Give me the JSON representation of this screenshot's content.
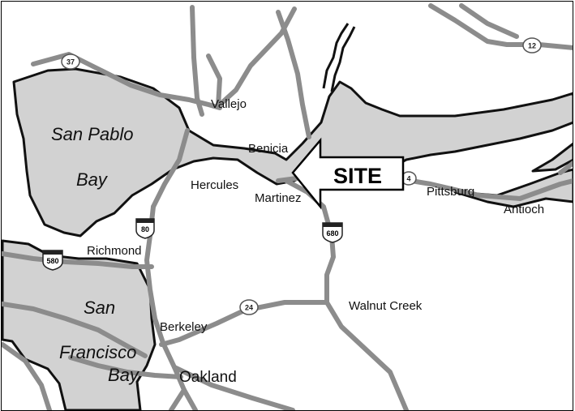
{
  "map": {
    "water_labels": {
      "san_pablo": "San Pablo",
      "bay1": "Bay",
      "san": "San",
      "francisco": "Francisco",
      "bay2": "Bay"
    },
    "cities": {
      "vallejo": "Vallejo",
      "benicia": "Benicia",
      "hercules": "Hercules",
      "martinez": "Martinez",
      "pittsburg": "Pittsburg",
      "antioch": "Antioch",
      "richmond": "Richmond",
      "walnut_creek": "Walnut Creek",
      "berkeley": "Berkeley",
      "oakland": "Oakland"
    },
    "highways": {
      "h37": "37",
      "h12": "12",
      "h80": "80",
      "h580": "580",
      "h680": "680",
      "h24": "24",
      "h4": "4"
    },
    "site_marker": "SITE",
    "colors": {
      "water": "#d2d2d2",
      "road": "#8c8c8c",
      "outline": "#111111"
    }
  }
}
